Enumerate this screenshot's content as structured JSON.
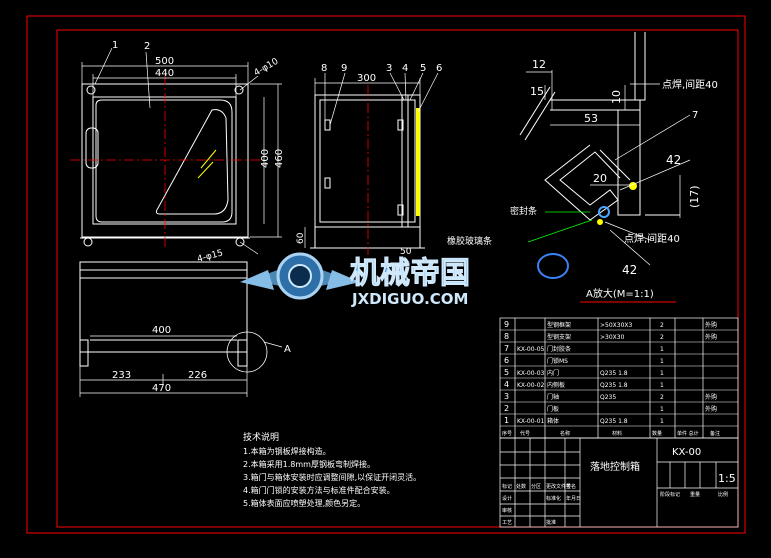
{
  "drawing": {
    "title": "落地控制箱",
    "drawing_no": "KX-00",
    "scale": "1:5",
    "colors": {
      "background": "#000000",
      "frame": "#ff0000",
      "geometry": "#ffffff",
      "dimension": "#ffffff",
      "center_line": "#ff0000",
      "leader": "#00ff00",
      "highlight": "#ffff00",
      "detail_circle": "#3b82f6"
    }
  },
  "front_view": {
    "labels": [
      "1",
      "2"
    ],
    "dims": {
      "width_outer": "500",
      "width_inner": "440",
      "height_outer": "460",
      "height_inner": "400",
      "holes_top": "4-φ10",
      "holes_bottom": "4-φ15"
    }
  },
  "side_view": {
    "labels": [
      "8",
      "9",
      "3",
      "4",
      "5",
      "6"
    ],
    "dims": {
      "depth": "300",
      "base_height": "60",
      "base_width": "50"
    }
  },
  "detail": {
    "labels": {
      "part": "7",
      "seal": "密封条",
      "rubber": "橡胶玻璃条"
    },
    "dims": {
      "d12": "12",
      "d15": "15",
      "d10": "10",
      "d53": "53",
      "d20": "20",
      "d17": "(17)",
      "d42a": "42",
      "d42b": "42"
    },
    "weld_notes": [
      "点焊,间距40",
      "点焊,间距40"
    ],
    "caption": "A放大(M=1:1)"
  },
  "bottom_view": {
    "callout": "A",
    "dims": {
      "inner": "400",
      "left": "233",
      "right": "226",
      "total": "470"
    }
  },
  "watermark": {
    "cn": "机械帝国",
    "en": "JXDIGUO.COM"
  },
  "tech_notes": {
    "title": "技术说明",
    "items": [
      "1.本箱为钢板焊接构造。",
      "2.本箱采用1.8mm厚钢板弯制焊接。",
      "3.箱门与箱体安装时应调整间隙,以保证开闭灵活。",
      "4.箱门门锁的安装方法与标准件配合安装。",
      "5.箱体表面应喷塑处理,颜色另定。"
    ]
  },
  "bom": {
    "rows": [
      {
        "no": "9",
        "code": "",
        "name": "型钢框架",
        "spec": ">50X30X3",
        "qty": "2",
        "note": "外购"
      },
      {
        "no": "8",
        "code": "",
        "name": "型钢支架",
        "spec": ">30X30",
        "qty": "2",
        "note": "外购"
      },
      {
        "no": "7",
        "code": "KX-00-05",
        "name": "门封胶条",
        "spec": "",
        "qty": "1",
        "note": ""
      },
      {
        "no": "6",
        "code": "",
        "name": "门锁MS",
        "spec": "",
        "qty": "1",
        "note": ""
      },
      {
        "no": "5",
        "code": "KX-00-03",
        "name": "内门",
        "spec": "Q235 1.8",
        "qty": "1",
        "note": ""
      },
      {
        "no": "4",
        "code": "KX-00-02",
        "name": "内侧板",
        "spec": "Q235 1.8",
        "qty": "1",
        "note": ""
      },
      {
        "no": "3",
        "code": "",
        "name": "门轴",
        "spec": "Q235",
        "qty": "2",
        "note": "外购"
      },
      {
        "no": "2",
        "code": "",
        "name": "门板",
        "spec": "",
        "qty": "1",
        "note": "外购"
      },
      {
        "no": "1",
        "code": "KX-00-01",
        "name": "箱体",
        "spec": "Q235 1.8",
        "qty": "1",
        "note": ""
      }
    ],
    "header": {
      "no": "序号",
      "code": "代号",
      "name": "名称",
      "spec": "材料",
      "qty": "数量",
      "weight": "单件 总计",
      "note": "备注"
    }
  },
  "title_block": {
    "labels": [
      "标记",
      "处数",
      "分区",
      "更改文件号",
      "签名",
      "年月日",
      "设计",
      "标准化",
      "审核",
      "工艺",
      "批准"
    ],
    "right_labels": [
      "阶段标记",
      "重量",
      "比例"
    ]
  }
}
